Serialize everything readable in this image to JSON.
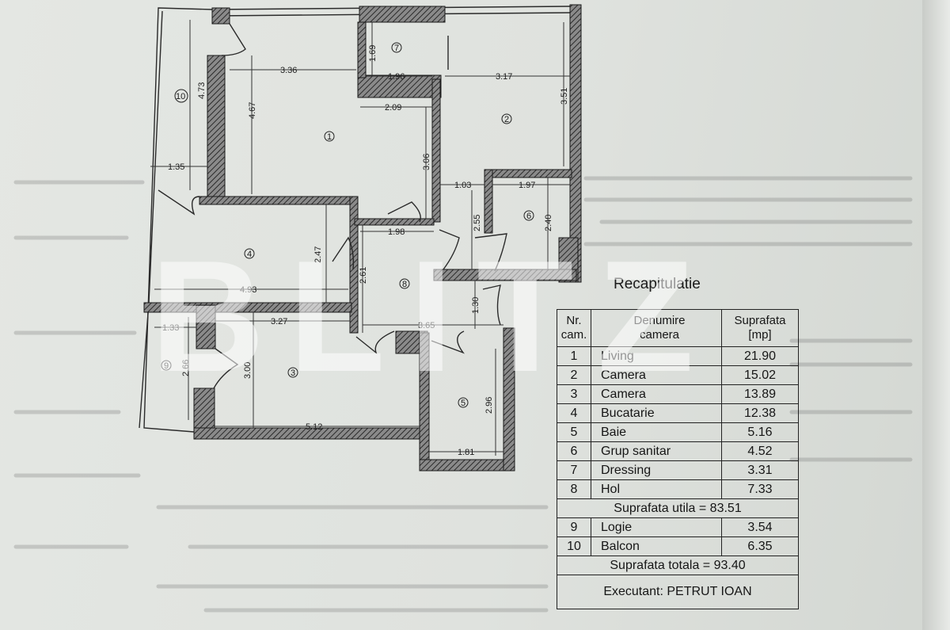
{
  "plan": {
    "dimensions": [
      "3.36",
      "4.67",
      "4.73",
      "1.35",
      "1.69",
      "1.96",
      "3.17",
      "3.51",
      "2.09",
      "3.06",
      "1.03",
      "1.97",
      "2.55",
      "2.40",
      "1.98",
      "2.47",
      "2.61",
      "4.93",
      "1.30",
      "1.33",
      "3.27",
      "3.65",
      "2.66",
      "3.00",
      "2.96",
      "5.12",
      "1.81"
    ],
    "room_numbers": [
      "1",
      "2",
      "3",
      "4",
      "5",
      "6",
      "7",
      "8",
      "9",
      "10"
    ]
  },
  "watermark": "BLITZ",
  "recap": {
    "title": "Recapitulatie",
    "headers": {
      "nr": "Nr.\ncam.",
      "name": "Denumire\ncamera",
      "area": "Suprafata\n[mp]"
    },
    "rows": [
      {
        "nr": "1",
        "name": "Living",
        "area": "21.90"
      },
      {
        "nr": "2",
        "name": "Camera",
        "area": "15.02"
      },
      {
        "nr": "3",
        "name": "Camera",
        "area": "13.89"
      },
      {
        "nr": "4",
        "name": "Bucatarie",
        "area": "12.38"
      },
      {
        "nr": "5",
        "name": "Baie",
        "area": "5.16"
      },
      {
        "nr": "6",
        "name": "Grup sanitar",
        "area": "4.52"
      },
      {
        "nr": "7",
        "name": "Dressing",
        "area": "3.31"
      },
      {
        "nr": "8",
        "name": "Hol",
        "area": "7.33"
      }
    ],
    "useful_area": "Suprafata utila = 83.51",
    "extra_rows": [
      {
        "nr": "9",
        "name": "Logie",
        "area": "3.54"
      },
      {
        "nr": "10",
        "name": "Balcon",
        "area": "6.35"
      }
    ],
    "total_area": "Suprafata totala = 93.40",
    "executant": "Executant: PETRUT IOAN"
  },
  "colors": {
    "paper": "#e2e5e1",
    "ink": "#1c1c1c",
    "watermark": "#ffffff"
  }
}
